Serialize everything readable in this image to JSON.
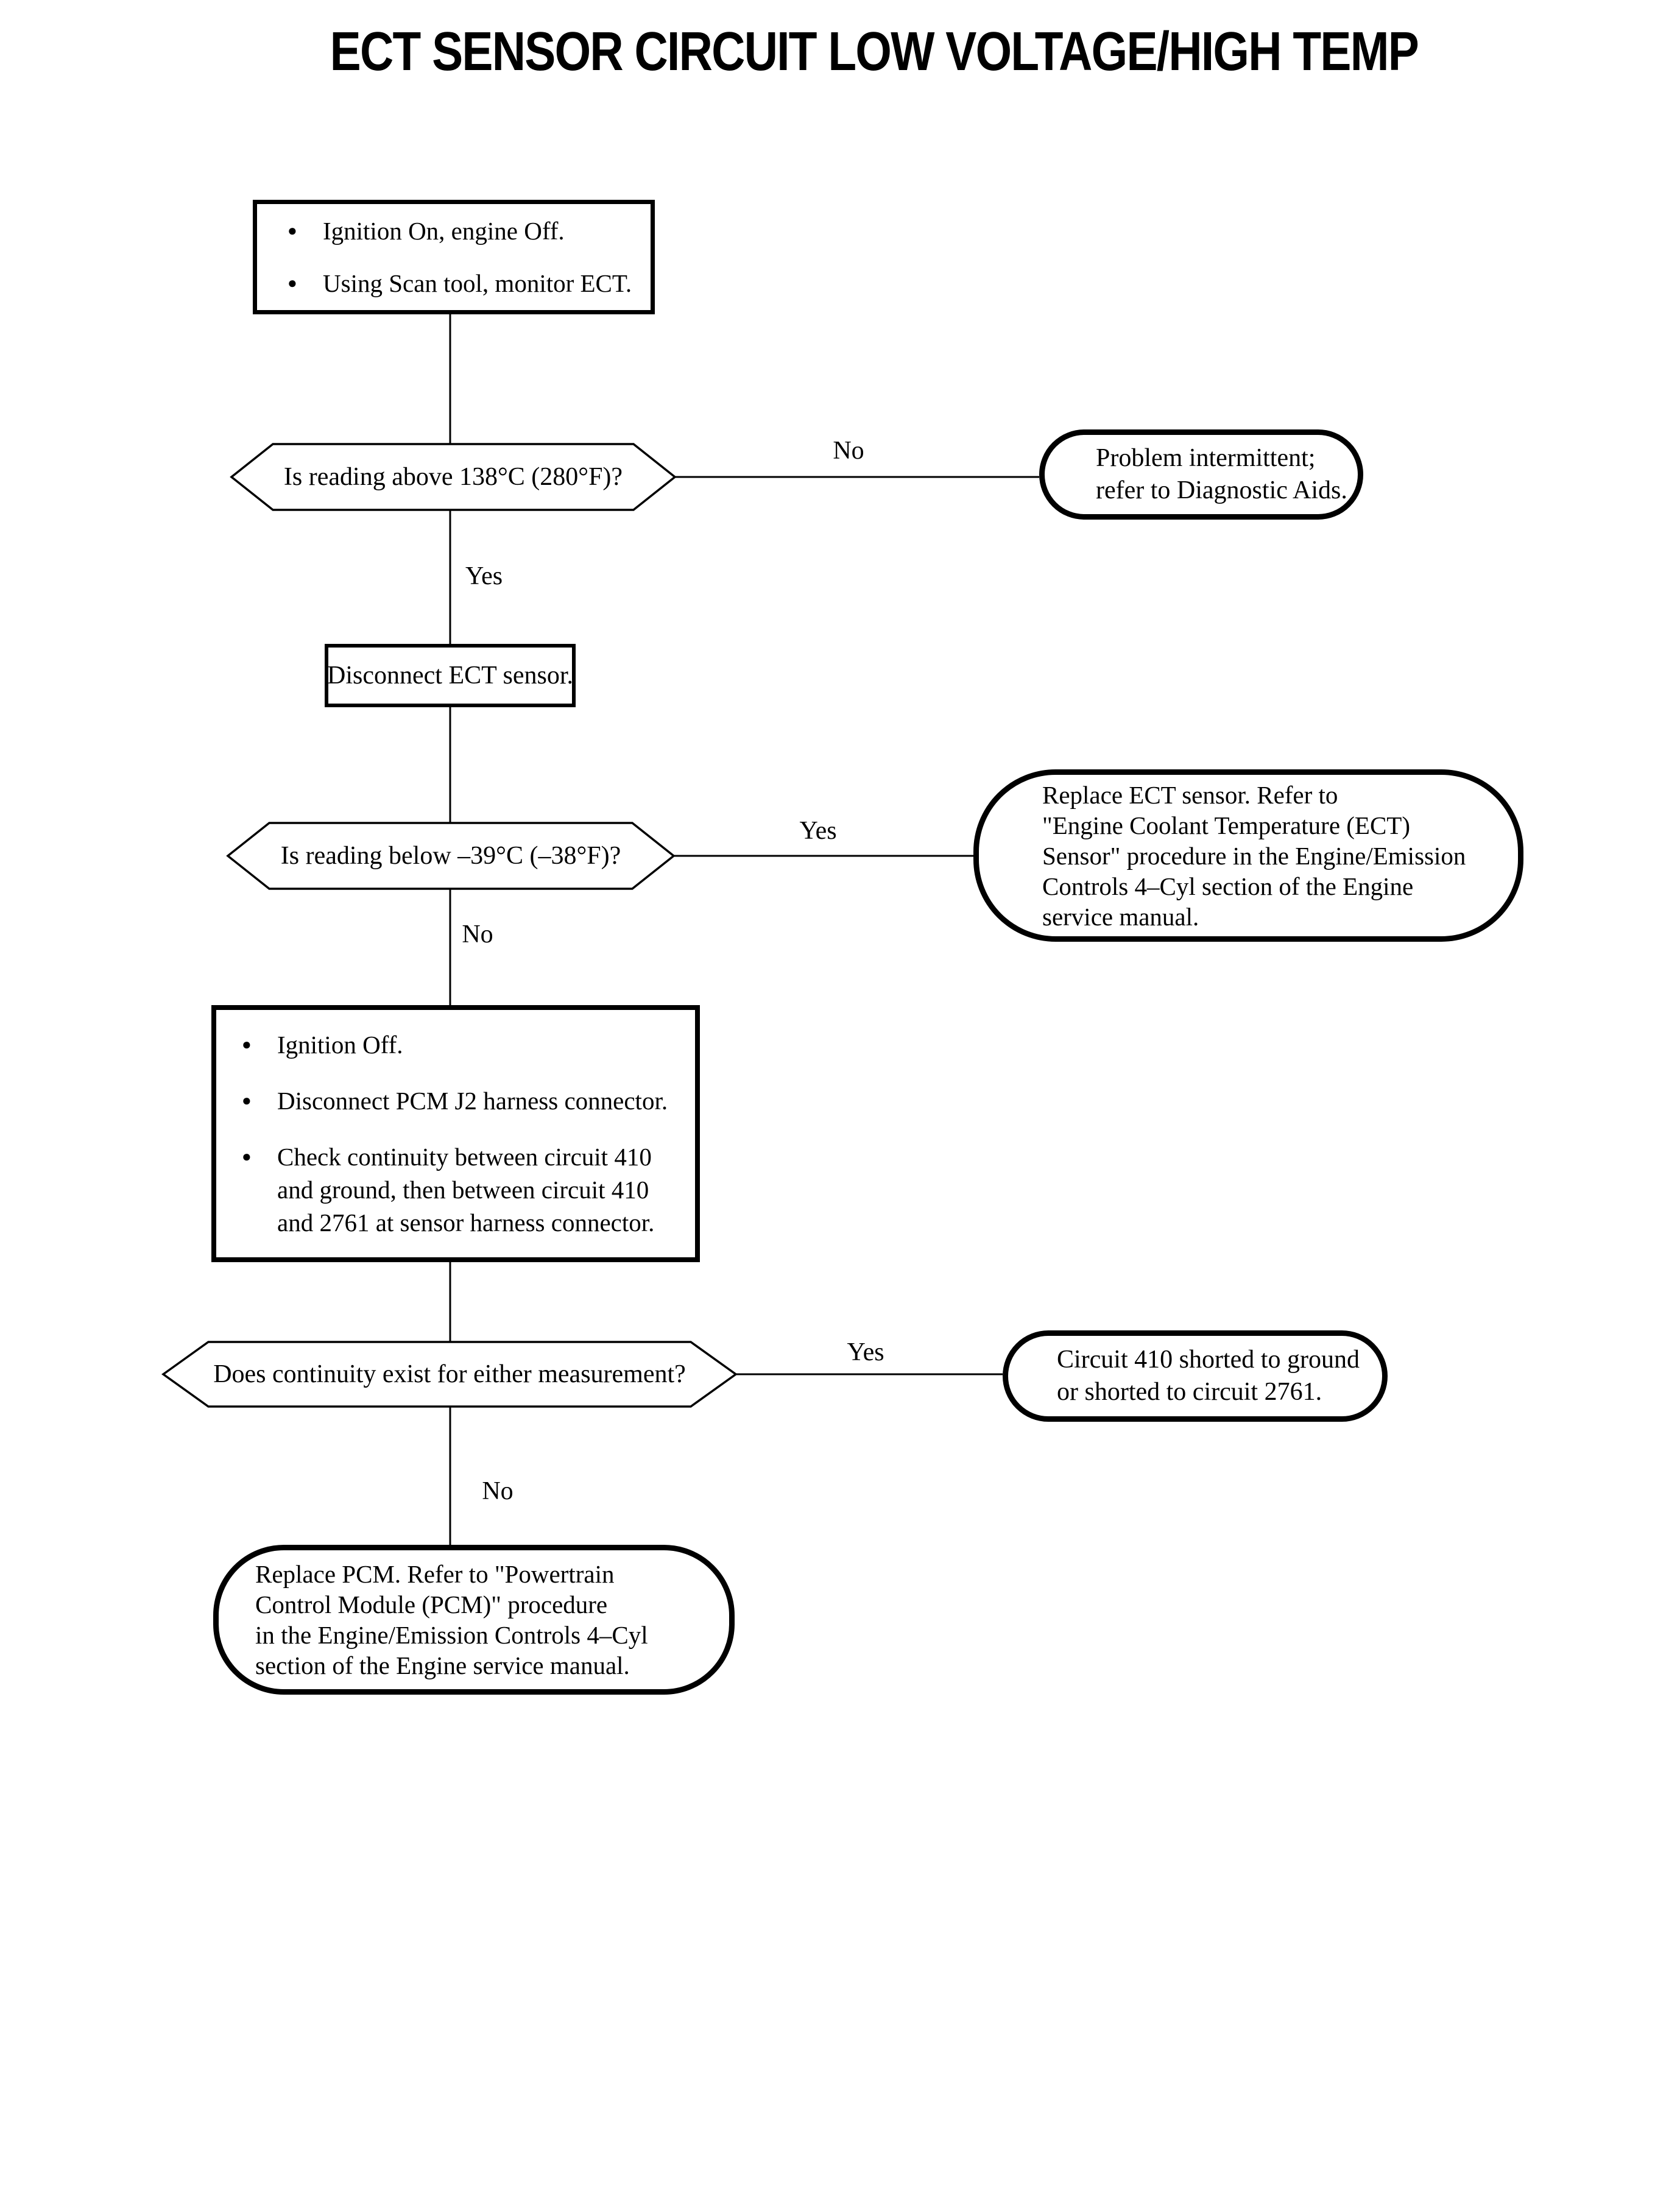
{
  "title": "ECT SENSOR CIRCUIT LOW VOLTAGE/HIGH TEMP",
  "glyphs": {
    "bullet": "●"
  },
  "edges": {
    "decision1_no": "No",
    "decision1_yes": "Yes",
    "decision2_yes": "Yes",
    "decision2_no": "No",
    "decision3_yes": "Yes",
    "decision3_no": "No"
  },
  "nodes": {
    "start": {
      "items": [
        "Ignition On, engine Off.",
        "Using Scan tool, monitor ECT."
      ]
    },
    "decision1": {
      "text": "Is reading above 138°C (280°F)?"
    },
    "terminal_intermittent": {
      "lines": [
        "Problem intermittent;",
        "refer to Diagnostic Aids."
      ]
    },
    "action_disconnect": {
      "text": "Disconnect ECT sensor."
    },
    "decision2": {
      "text": "Is reading below –39°C (–38°F)?"
    },
    "terminal_replace_ect": {
      "lines": [
        "Replace ECT sensor. Refer to",
        "\"Engine Coolant Temperature (ECT)",
        "Sensor\" procedure in the Engine/Emission",
        "Controls 4–Cyl section of the Engine",
        "service manual."
      ]
    },
    "action_check": {
      "items": [
        "Ignition Off.",
        "Disconnect PCM J2 harness connector.",
        "Check continuity between circuit 410\nand ground, then between circuit 410\nand 2761 at sensor harness connector."
      ]
    },
    "decision3": {
      "text": "Does continuity exist for either measurement?"
    },
    "terminal_short": {
      "lines": [
        "Circuit 410 shorted to ground",
        "or shorted to circuit 2761."
      ]
    },
    "terminal_replace_pcm": {
      "lines": [
        "Replace PCM. Refer to \"Powertrain",
        "Control Module (PCM)\" procedure",
        "in the Engine/Emission Controls 4–Cyl",
        "section of the Engine service manual."
      ]
    }
  }
}
